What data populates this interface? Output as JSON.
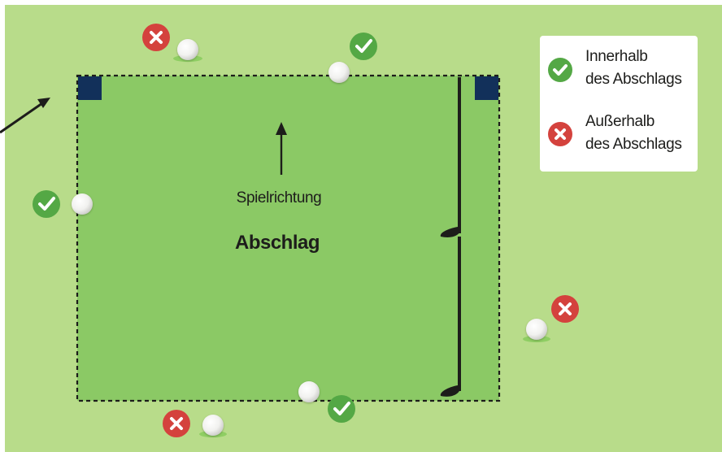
{
  "diagram": {
    "direction_label": "Spielrichtung",
    "area_label": "Abschlag"
  },
  "legend": {
    "inside": {
      "line1": "Innerhalb",
      "line2": "des Abschlags",
      "icon": "check-icon"
    },
    "outside": {
      "line1": "Außerhalb",
      "line2": "des Abschlags",
      "icon": "cross-icon"
    }
  },
  "colors": {
    "grass": "#b8dc8a",
    "tee_area": "#8bc965",
    "tee_marker": "#12305a",
    "check": "#54a845",
    "cross": "#d4423d"
  }
}
